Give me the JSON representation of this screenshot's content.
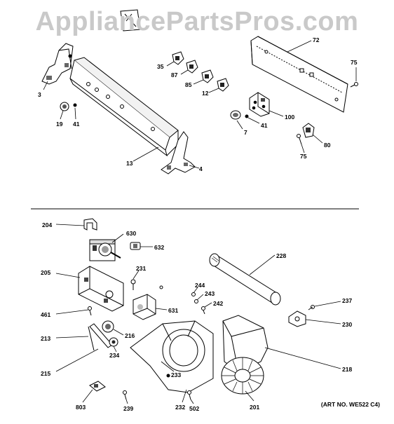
{
  "watermark": "AppliancePartsPros.com",
  "art_number": "(ART NO. WE522 C4)",
  "callouts": {
    "c3": "3",
    "c19": "19",
    "c41a": "41",
    "c13": "13",
    "c4": "4",
    "c35": "35",
    "c87": "87",
    "c85": "85",
    "c12": "12",
    "c72": "72",
    "c75a": "75",
    "c100": "100",
    "c41b": "41",
    "c7": "7",
    "c75b": "75",
    "c80": "80",
    "c204": "204",
    "c630": "630",
    "c632": "632",
    "c228": "228",
    "c205": "205",
    "c231": "231",
    "c461": "461",
    "c631": "631",
    "c244": "244",
    "c243": "243",
    "c242": "242",
    "c237": "237",
    "c230": "230",
    "c213": "213",
    "c216": "216",
    "c234": "234",
    "c215": "215",
    "c233": "233",
    "c218": "218",
    "c803": "803",
    "c239": "239",
    "c232": "232",
    "c502": "502",
    "c201": "201"
  },
  "icons": [
    "control-panel-icon",
    "motor-icon",
    "blower-wheel-icon",
    "duct-icon",
    "timer-icon"
  ]
}
